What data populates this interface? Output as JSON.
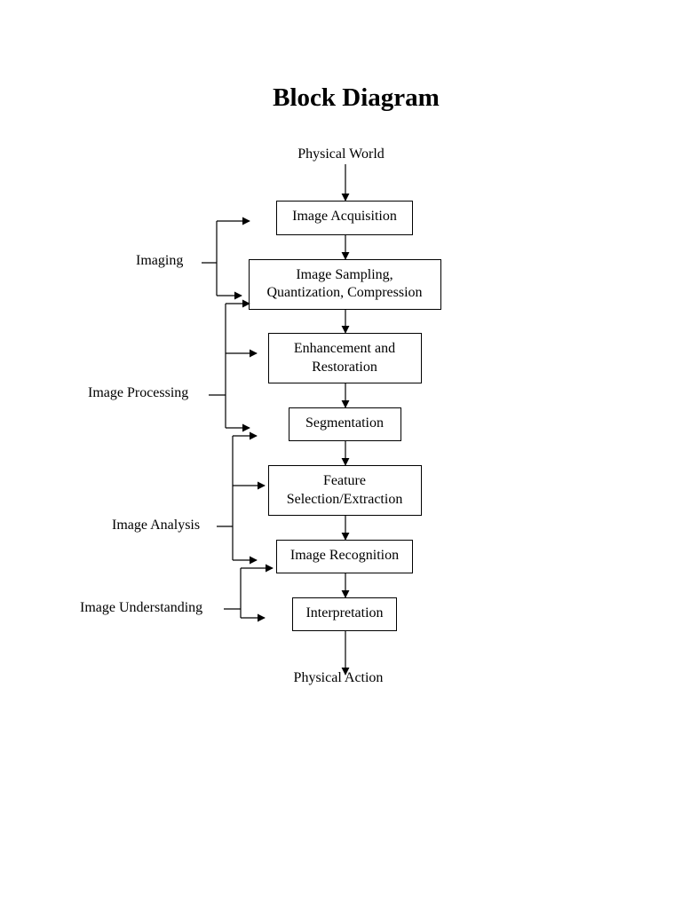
{
  "title": "Block Diagram",
  "terminals": {
    "start": "Physical World",
    "end": "Physical Action"
  },
  "blocks": {
    "acquisition": [
      "Image Acquisition"
    ],
    "sampling": [
      "Image Sampling,",
      "Quantization, Compression"
    ],
    "enhancement": [
      "Enhancement and",
      "Restoration"
    ],
    "segmentation": [
      "Segmentation"
    ],
    "feature": [
      "Feature",
      "Selection/Extraction"
    ],
    "recognition": [
      "Image Recognition"
    ],
    "interpretation": [
      "Interpretation"
    ]
  },
  "groups": {
    "imaging": "Imaging",
    "processing": "Image Processing",
    "analysis": "Image Analysis",
    "understanding": "Image Understanding"
  }
}
